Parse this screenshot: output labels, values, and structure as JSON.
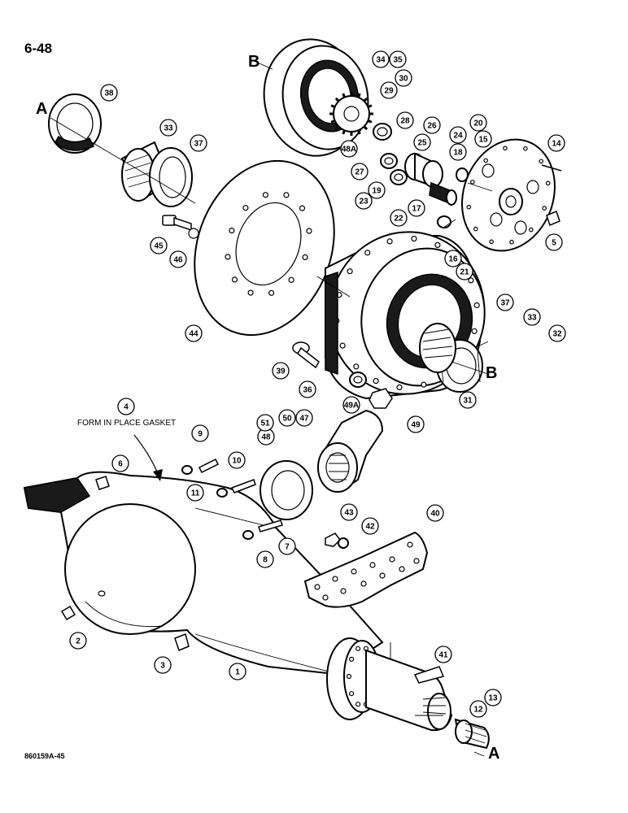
{
  "page": {
    "number": "6-48",
    "figure_code": "860159A-45"
  },
  "note": {
    "gasket_label": "FORM IN PLACE GASKET"
  },
  "reference_letters": [
    {
      "id": "A",
      "label": "A"
    },
    {
      "id": "B",
      "label": "B"
    }
  ],
  "callouts": [
    {
      "id": "c1",
      "label": "1"
    },
    {
      "id": "c2",
      "label": "2"
    },
    {
      "id": "c3",
      "label": "3"
    },
    {
      "id": "c4",
      "label": "4"
    },
    {
      "id": "c5",
      "label": "5"
    },
    {
      "id": "c6",
      "label": "6"
    },
    {
      "id": "c7",
      "label": "7"
    },
    {
      "id": "c8",
      "label": "8"
    },
    {
      "id": "c9",
      "label": "9"
    },
    {
      "id": "c10",
      "label": "10"
    },
    {
      "id": "c11",
      "label": "11"
    },
    {
      "id": "c12",
      "label": "12"
    },
    {
      "id": "c13",
      "label": "13"
    },
    {
      "id": "c14",
      "label": "14"
    },
    {
      "id": "c15",
      "label": "15"
    },
    {
      "id": "c16",
      "label": "16"
    },
    {
      "id": "c17",
      "label": "17"
    },
    {
      "id": "c18",
      "label": "18"
    },
    {
      "id": "c19",
      "label": "19"
    },
    {
      "id": "c20",
      "label": "20"
    },
    {
      "id": "c21",
      "label": "21"
    },
    {
      "id": "c22",
      "label": "22"
    },
    {
      "id": "c23",
      "label": "23"
    },
    {
      "id": "c24",
      "label": "24"
    },
    {
      "id": "c25",
      "label": "25"
    },
    {
      "id": "c26",
      "label": "26"
    },
    {
      "id": "c27",
      "label": "27"
    },
    {
      "id": "c28",
      "label": "28"
    },
    {
      "id": "c29",
      "label": "29"
    },
    {
      "id": "c30",
      "label": "30"
    },
    {
      "id": "c31",
      "label": "31"
    },
    {
      "id": "c32",
      "label": "32"
    },
    {
      "id": "c33a",
      "label": "33"
    },
    {
      "id": "c33b",
      "label": "33"
    },
    {
      "id": "c34",
      "label": "34"
    },
    {
      "id": "c35",
      "label": "35"
    },
    {
      "id": "c36",
      "label": "36"
    },
    {
      "id": "c37a",
      "label": "37"
    },
    {
      "id": "c37b",
      "label": "37"
    },
    {
      "id": "c38",
      "label": "38"
    },
    {
      "id": "c39",
      "label": "39"
    },
    {
      "id": "c40",
      "label": "40"
    },
    {
      "id": "c41",
      "label": "41"
    },
    {
      "id": "c42",
      "label": "42"
    },
    {
      "id": "c43",
      "label": "43"
    },
    {
      "id": "c44",
      "label": "44"
    },
    {
      "id": "c45",
      "label": "45"
    },
    {
      "id": "c46",
      "label": "46"
    },
    {
      "id": "c47",
      "label": "47"
    },
    {
      "id": "c48",
      "label": "48"
    },
    {
      "id": "c48a",
      "label": "48A"
    },
    {
      "id": "c49",
      "label": "49"
    },
    {
      "id": "c49a",
      "label": "49A"
    },
    {
      "id": "c50",
      "label": "50"
    },
    {
      "id": "c51",
      "label": "51"
    }
  ]
}
